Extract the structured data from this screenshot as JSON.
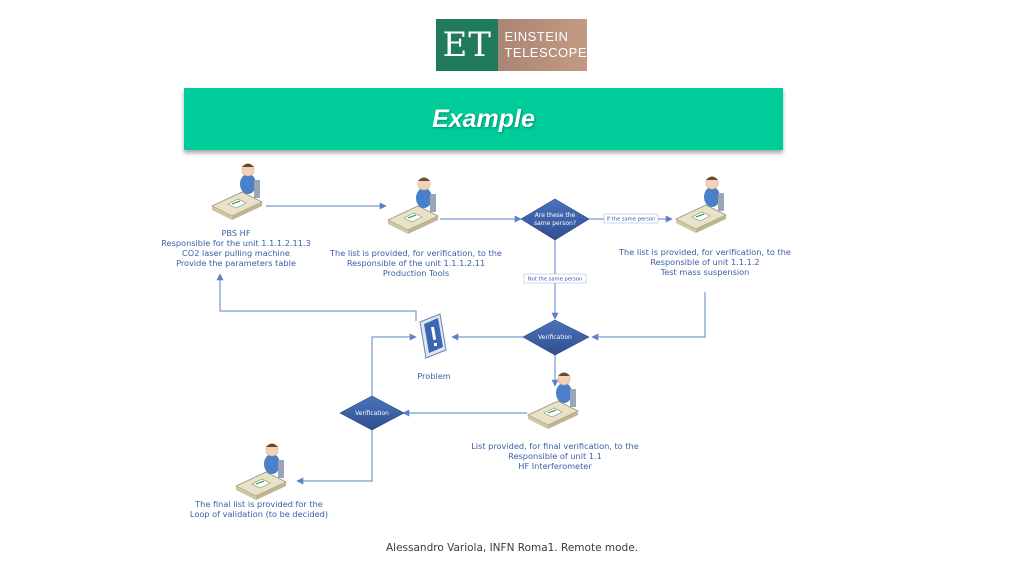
{
  "logo": {
    "initials": "ET",
    "line1": "EINSTEIN",
    "line2": "TELESCOPE"
  },
  "title": "Example",
  "nodes": {
    "pbs": [
      "PBS HF",
      "Responsible for the unit 1.1.1.2.11.3",
      "CO2 laser pulling machine",
      "Provide the parameters table"
    ],
    "verify1": [
      "The list is provided, for verification, to the",
      "Responsible of the unit 1.1.1.2.11",
      "Production Tools"
    ],
    "verify2": [
      "The list is provided, for verification, to the",
      "Responsible of unit 1.1.1.2",
      "Test mass suspension"
    ],
    "final_verify": [
      "List provided, for final verification, to the",
      "Responsible of unit 1.1",
      "HF Interferometer"
    ],
    "final_list": [
      "The final list is provided for the",
      "Loop of validation (to be decided)"
    ],
    "problem": "Problem"
  },
  "decisions": {
    "same_person": [
      "Are these the",
      "same person?"
    ],
    "verification_mid": "Verification",
    "verification_left": "Verification"
  },
  "edge_labels": {
    "if_same": "If the same person",
    "not_same": "Not the same person"
  },
  "colors": {
    "diamond": "#3a5fa5",
    "line": "#5a82c5",
    "text": "#3a5fa5",
    "banner": "#00cc99"
  },
  "footer": "Alessandro Variola, INFN Roma1. Remote mode."
}
